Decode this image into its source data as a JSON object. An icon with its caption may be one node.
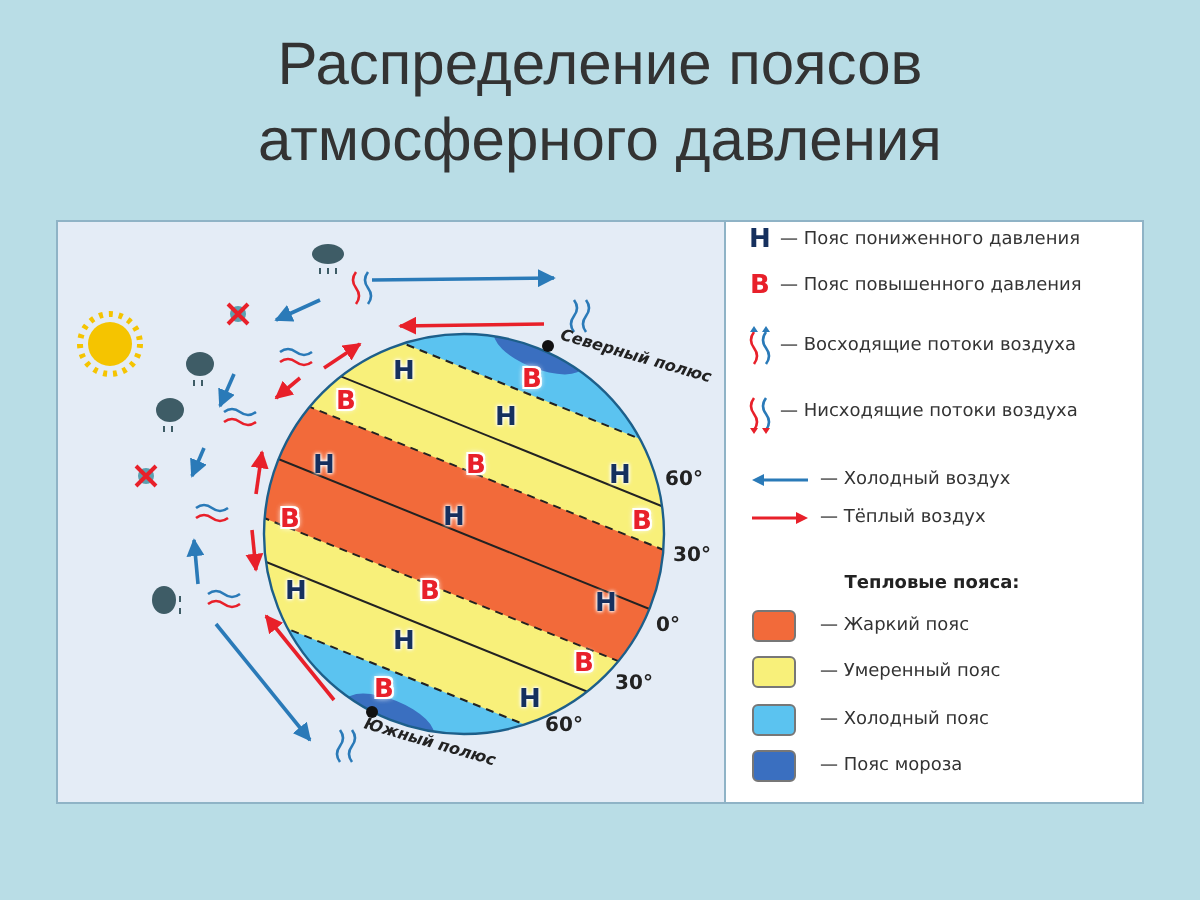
{
  "diagram": {
    "title": "Распределение поясов атмосферного давления",
    "labels": [
      "В",
      "Н",
      "Северный полюс",
      "В",
      "Н",
      "Н",
      "В",
      "Н",
      "60°",
      "В",
      "Н",
      "В",
      "30°",
      "Н",
      "В",
      "Н",
      "0°",
      "Н",
      "В",
      "Н",
      "В",
      "30°",
      "Южный полюс",
      "60°",
      "Н",
      "В",
      "Тепловые пояса:"
    ],
    "legend": [
      {
        "text": "— Пояс пониженного давления"
      },
      {
        "text": "— Пояс повышенного давления"
      },
      {
        "text": "— Восходящие потоки воздуха"
      },
      {
        "text": "— Нисходящие потоки воздуха"
      },
      {
        "text": "— Холодный воздух"
      },
      {
        "text": "— Тёплый воздух"
      },
      {
        "text": "— Жаркий пояс",
        "color": "#f26a3a"
      },
      {
        "text": "— Умеренный пояс",
        "color": "#f8f07a"
      },
      {
        "text": "— Холодный пояс",
        "color": "#5bc3f0"
      },
      {
        "text": "— Пояс мороза",
        "color": "#3a6fc0"
      }
    ]
  }
}
